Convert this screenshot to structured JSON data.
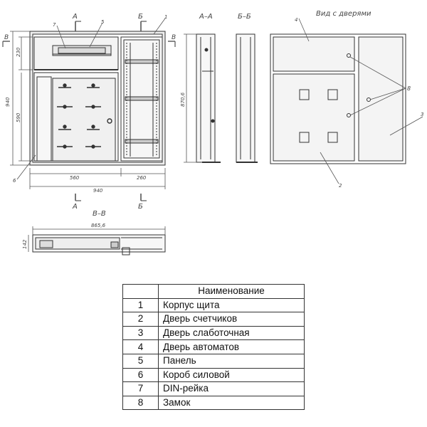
{
  "drawing": {
    "section_labels": {
      "a_top": "А",
      "a_bottom": "А",
      "b_top": "Б",
      "b_bottom": "Б",
      "view_aa": "А–А",
      "view_bb": "Б–Б",
      "view_doors": "Вид с дверями",
      "view_vv": "В–В",
      "v_marker": "В"
    },
    "dimensions": {
      "total_height": "940",
      "top_section": "230",
      "lower_section": "590",
      "left_width": "560",
      "right_width": "260",
      "total_width": "940",
      "side_height": "870,6",
      "vv_width": "865,6",
      "vv_depth": "142"
    },
    "callouts": {
      "front": [
        "7",
        "5",
        "1",
        "6"
      ],
      "doors": [
        "4",
        "8",
        "3",
        "2"
      ]
    }
  },
  "parts_table": {
    "header": "Наименование",
    "rows": [
      {
        "num": "1",
        "name": "Корпус щита"
      },
      {
        "num": "2",
        "name": "Дверь счетчиков"
      },
      {
        "num": "3",
        "name": "Дверь слаботочная"
      },
      {
        "num": "4",
        "name": "Дверь автоматов"
      },
      {
        "num": "5",
        "name": "Панель"
      },
      {
        "num": "6",
        "name": "Короб силовой"
      },
      {
        "num": "7",
        "name": "DIN-рейка"
      },
      {
        "num": "8",
        "name": "Замок"
      }
    ]
  }
}
